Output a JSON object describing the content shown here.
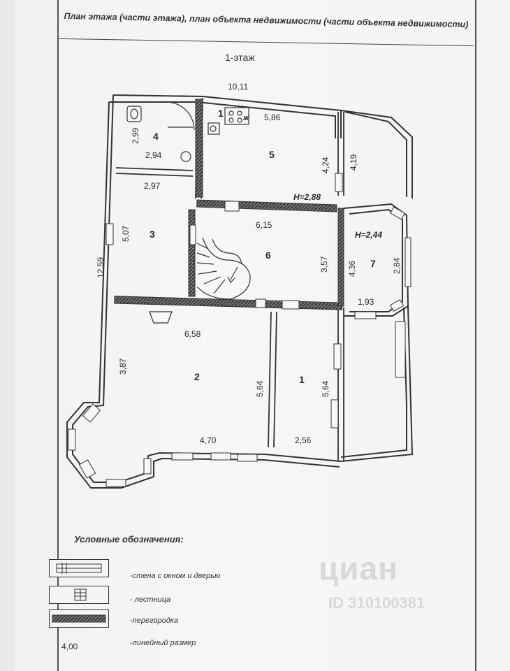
{
  "header": {
    "title": "План этажа (части этажа), план объекта недвижимости (части объекта недвижимости)"
  },
  "plan": {
    "floor": "1-этаж"
  },
  "rooms": {
    "1": {
      "number": "1"
    },
    "2": {
      "number": "2"
    },
    "3": {
      "number": "3"
    },
    "4": {
      "number": "4"
    },
    "5": {
      "number": "5",
      "kitchen_number": "1",
      "kitchen_label": "ж"
    },
    "6": {
      "number": "6"
    },
    "7": {
      "number": "7"
    }
  },
  "dimensions": {
    "overall_width": "10,11",
    "room5_width": "5,86",
    "room4_width": "2,94",
    "room3_width": "2,97",
    "room6_width": "6,15",
    "room7_width": "1,93",
    "room2_width": "6,58",
    "room2_bottom": "4,70",
    "room1_bottom": "2,56",
    "room4_height": "2,99",
    "room3_height": "5,07",
    "overall_height": "12,59",
    "room5_height": "4,24",
    "east_height": "4,19",
    "room6_height": "3,57",
    "room7_height": "4,36",
    "room7_inner_height": "2,84",
    "room2_height": "3,87",
    "room2_inner_height": "5,64",
    "room1_height": "5,64"
  },
  "ceiling": {
    "main": "H=2,88",
    "room7": "H=2,44"
  },
  "legend": {
    "title": "Условные обозначения:",
    "items": [
      "-стена с окном и дверью",
      "- лестница",
      "-перегородка",
      "-линейный размер"
    ],
    "sample_dimension": "4,00"
  },
  "watermark": {
    "logo": "циан",
    "id": "ID 310100381"
  }
}
